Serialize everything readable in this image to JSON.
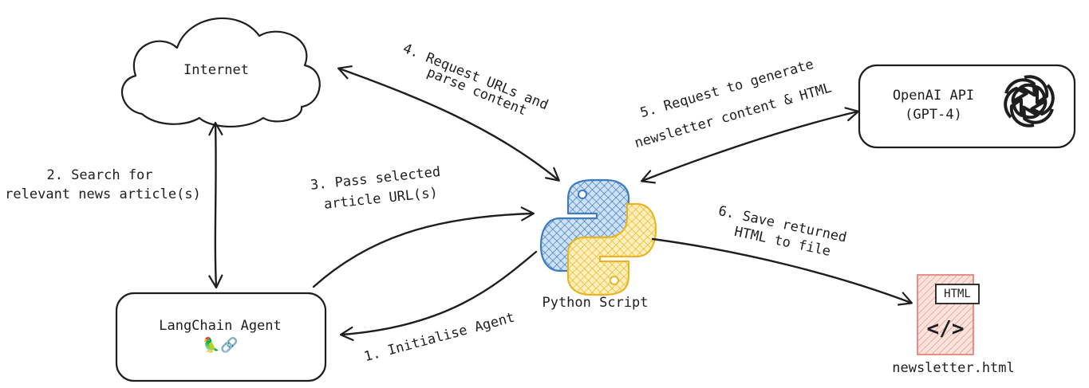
{
  "nodes": {
    "internet": "Internet",
    "langchain": "LangChain Agent",
    "openai_line1": "OpenAI API",
    "openai_line2": "(GPT-4)",
    "python": "Python Script",
    "newsletter_file": "newsletter.html",
    "file_badge": "HTML",
    "file_glyph": "</>",
    "langchain_emoji": "🦜🔗"
  },
  "edges": {
    "e1": "1. Initialise Agent",
    "e2_line1": "2. Search for",
    "e2_line2": "relevant news article(s)",
    "e3_line1": "3. Pass selected",
    "e3_line2": "article URL(s)",
    "e4_line1": "4. Request URLs and",
    "e4_line2": "parse content",
    "e5_line1": "5. Request to generate",
    "e5_line2": "newsletter content & HTML",
    "e6_line1": "6. Save returned",
    "e6_line2": "HTML to file"
  },
  "colors": {
    "stroke": "#1e1e1e",
    "python_blue": "#3b7bbf",
    "python_yellow": "#f2c531",
    "file_fill": "#f8d0c8",
    "file_hatch": "#e8827a"
  },
  "icons": [
    "cloud-icon",
    "python-logo-icon",
    "openai-logo-icon",
    "html-file-icon",
    "parrot-icon",
    "link-icon"
  ]
}
